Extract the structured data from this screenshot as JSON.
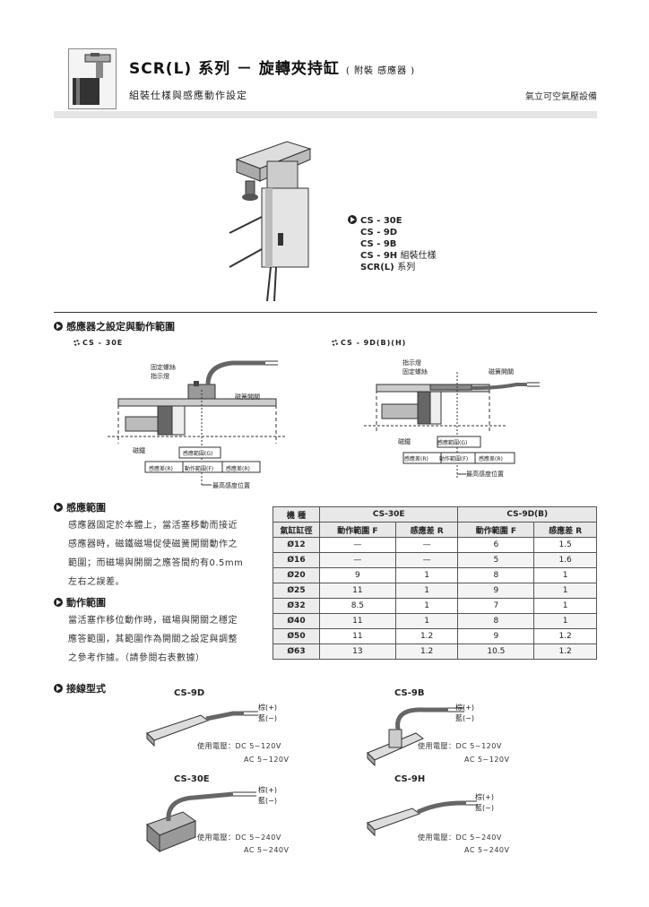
{
  "header": {
    "title_main": "SCR(L) 系列 － 旋轉夾持缸",
    "title_note": "( 附裝 感應器 )",
    "subtitle": "組裝仕樣與感應動作設定",
    "company": "氣立可空氣壓設備"
  },
  "models": {
    "items": [
      "CS - 30E",
      "CS - 9D",
      "CS - 9B",
      "CS - 9H"
    ],
    "note": "組裝仕樣",
    "series": "SCR(L)",
    "series_note": "系列"
  },
  "section_setting": {
    "title": "感應器之設定與動作範圍",
    "left": {
      "title": "CS - 30E",
      "labels": {
        "screw": "固定螺絲",
        "indicator": "指示燈",
        "reed": "磁簧開關",
        "magnet": "磁鐵",
        "range_g": "感應範圍(G)",
        "diff_r": "感應差(R)",
        "op_range": "動作範圍(F)",
        "diff_r2": "感應差(R)",
        "peak": "最高感度位置"
      }
    },
    "right": {
      "title": "CS - 9D(B)(H)",
      "labels": {
        "indicator": "指示燈",
        "screw": "固定螺絲",
        "reed": "磁簧開關",
        "magnet": "磁鐵",
        "range_g": "感應範圍(G)",
        "diff_r": "感應差(R)",
        "op_range": "動作範圍(F)",
        "diff_r2": "感應差(R)",
        "peak": "最高感度位置"
      }
    }
  },
  "section_sense": {
    "title": "感應範圍",
    "text": "感應器固定於本體上，當活塞移動而接近感應器時，磁鐵磁場促使磁簧開關動作之範圍；而磁場與開關之應答間約有0.5mm左右之誤差。"
  },
  "section_action": {
    "title": "動作範圍",
    "text": "當活塞作移位動作時，磁場與開關之穩定應答範圍，其範圍作為開關之設定與調整之參考作據。（請參閱右表數據）"
  },
  "table": {
    "model_label": "機 種",
    "bore_label": "氣缸缸徑",
    "group1": "CS-30E",
    "group2": "CS-9D(B)",
    "col_f": "動作範圍 F",
    "col_r": "感應差 R",
    "rows": [
      [
        "Ø12",
        "—",
        "—",
        "6",
        "1.5"
      ],
      [
        "Ø16",
        "—",
        "—",
        "5",
        "1.6"
      ],
      [
        "Ø20",
        "9",
        "1",
        "8",
        "1"
      ],
      [
        "Ø25",
        "11",
        "1",
        "9",
        "1"
      ],
      [
        "Ø32",
        "8.5",
        "1",
        "7",
        "1"
      ],
      [
        "Ø40",
        "11",
        "1",
        "8",
        "1"
      ],
      [
        "Ø50",
        "11",
        "1.2",
        "9",
        "1.2"
      ],
      [
        "Ø63",
        "13",
        "1.2",
        "10.5",
        "1.2"
      ]
    ]
  },
  "section_wiring": {
    "title": "接線型式",
    "wire_brown": "棕",
    "wire_blue": "藍",
    "plus": "(+)",
    "minus": "(−)",
    "items": [
      {
        "model": "CS-9D",
        "dc": "使用電壓：DC 5~120V",
        "ac": "AC 5~120V"
      },
      {
        "model": "CS-9B",
        "dc": "使用電壓：DC 5~120V",
        "ac": "AC 5~120V"
      },
      {
        "model": "CS-30E",
        "dc": "使用電壓：DC 5~240V",
        "ac": "AC 5~240V"
      },
      {
        "model": "CS-9H",
        "dc": "使用電壓：DC 5~240V",
        "ac": "AC 5~240V"
      }
    ]
  }
}
